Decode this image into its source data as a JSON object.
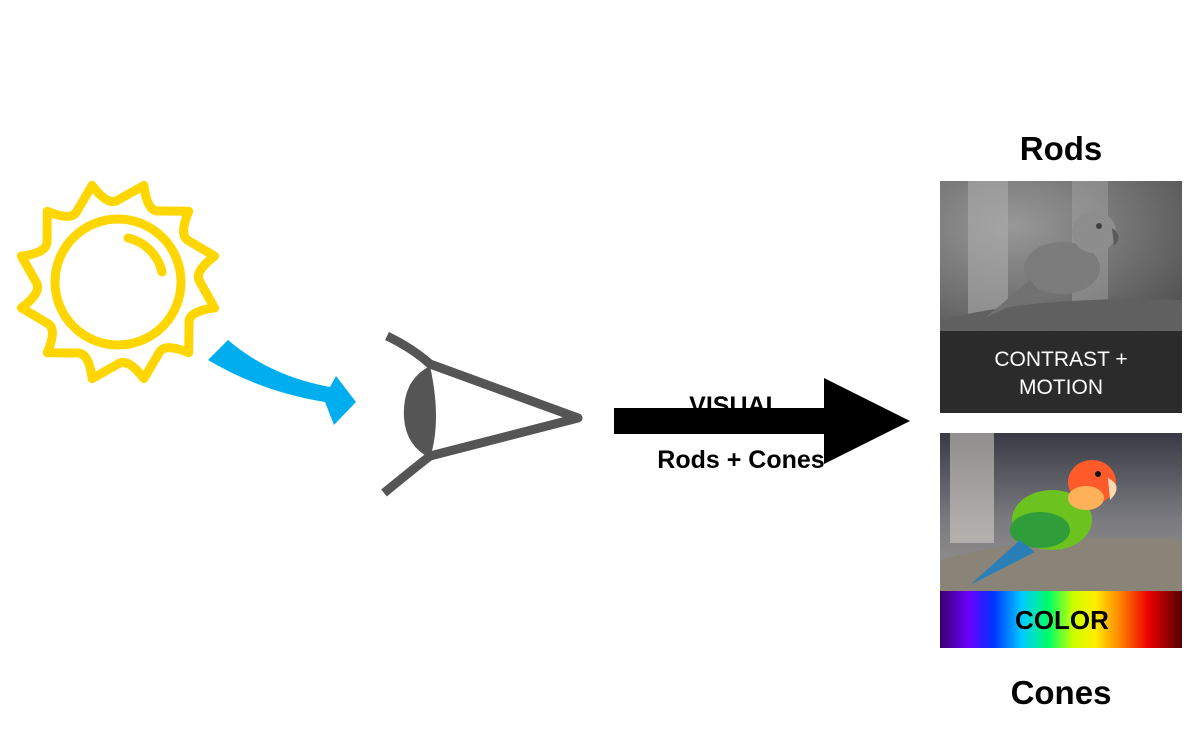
{
  "diagram": {
    "light_source": {
      "icon": "sun-icon",
      "color": "#FFD600"
    },
    "light_ray": {
      "icon": "curved-arrow-icon",
      "color": "#00AEEF"
    },
    "eye": {
      "icon": "eye-icon",
      "color": "#555555"
    },
    "signal_arrow": {
      "icon": "right-arrow-icon",
      "color": "#000000",
      "label_top": "VISUAL",
      "label_bottom": "Rods + Cones"
    },
    "rods_panel": {
      "title": "Rods",
      "caption": "CONTRAST + MOTION",
      "caption_line1": "CONTRAST +",
      "caption_line2": "MOTION",
      "image": "grayscale-lovebird-photo",
      "caption_bg": "#2b2b2b",
      "caption_color": "#ffffff"
    },
    "cones_panel": {
      "title": "Cones",
      "caption": "COLOR",
      "image": "color-lovebird-photo",
      "caption_color": "#000000"
    }
  }
}
